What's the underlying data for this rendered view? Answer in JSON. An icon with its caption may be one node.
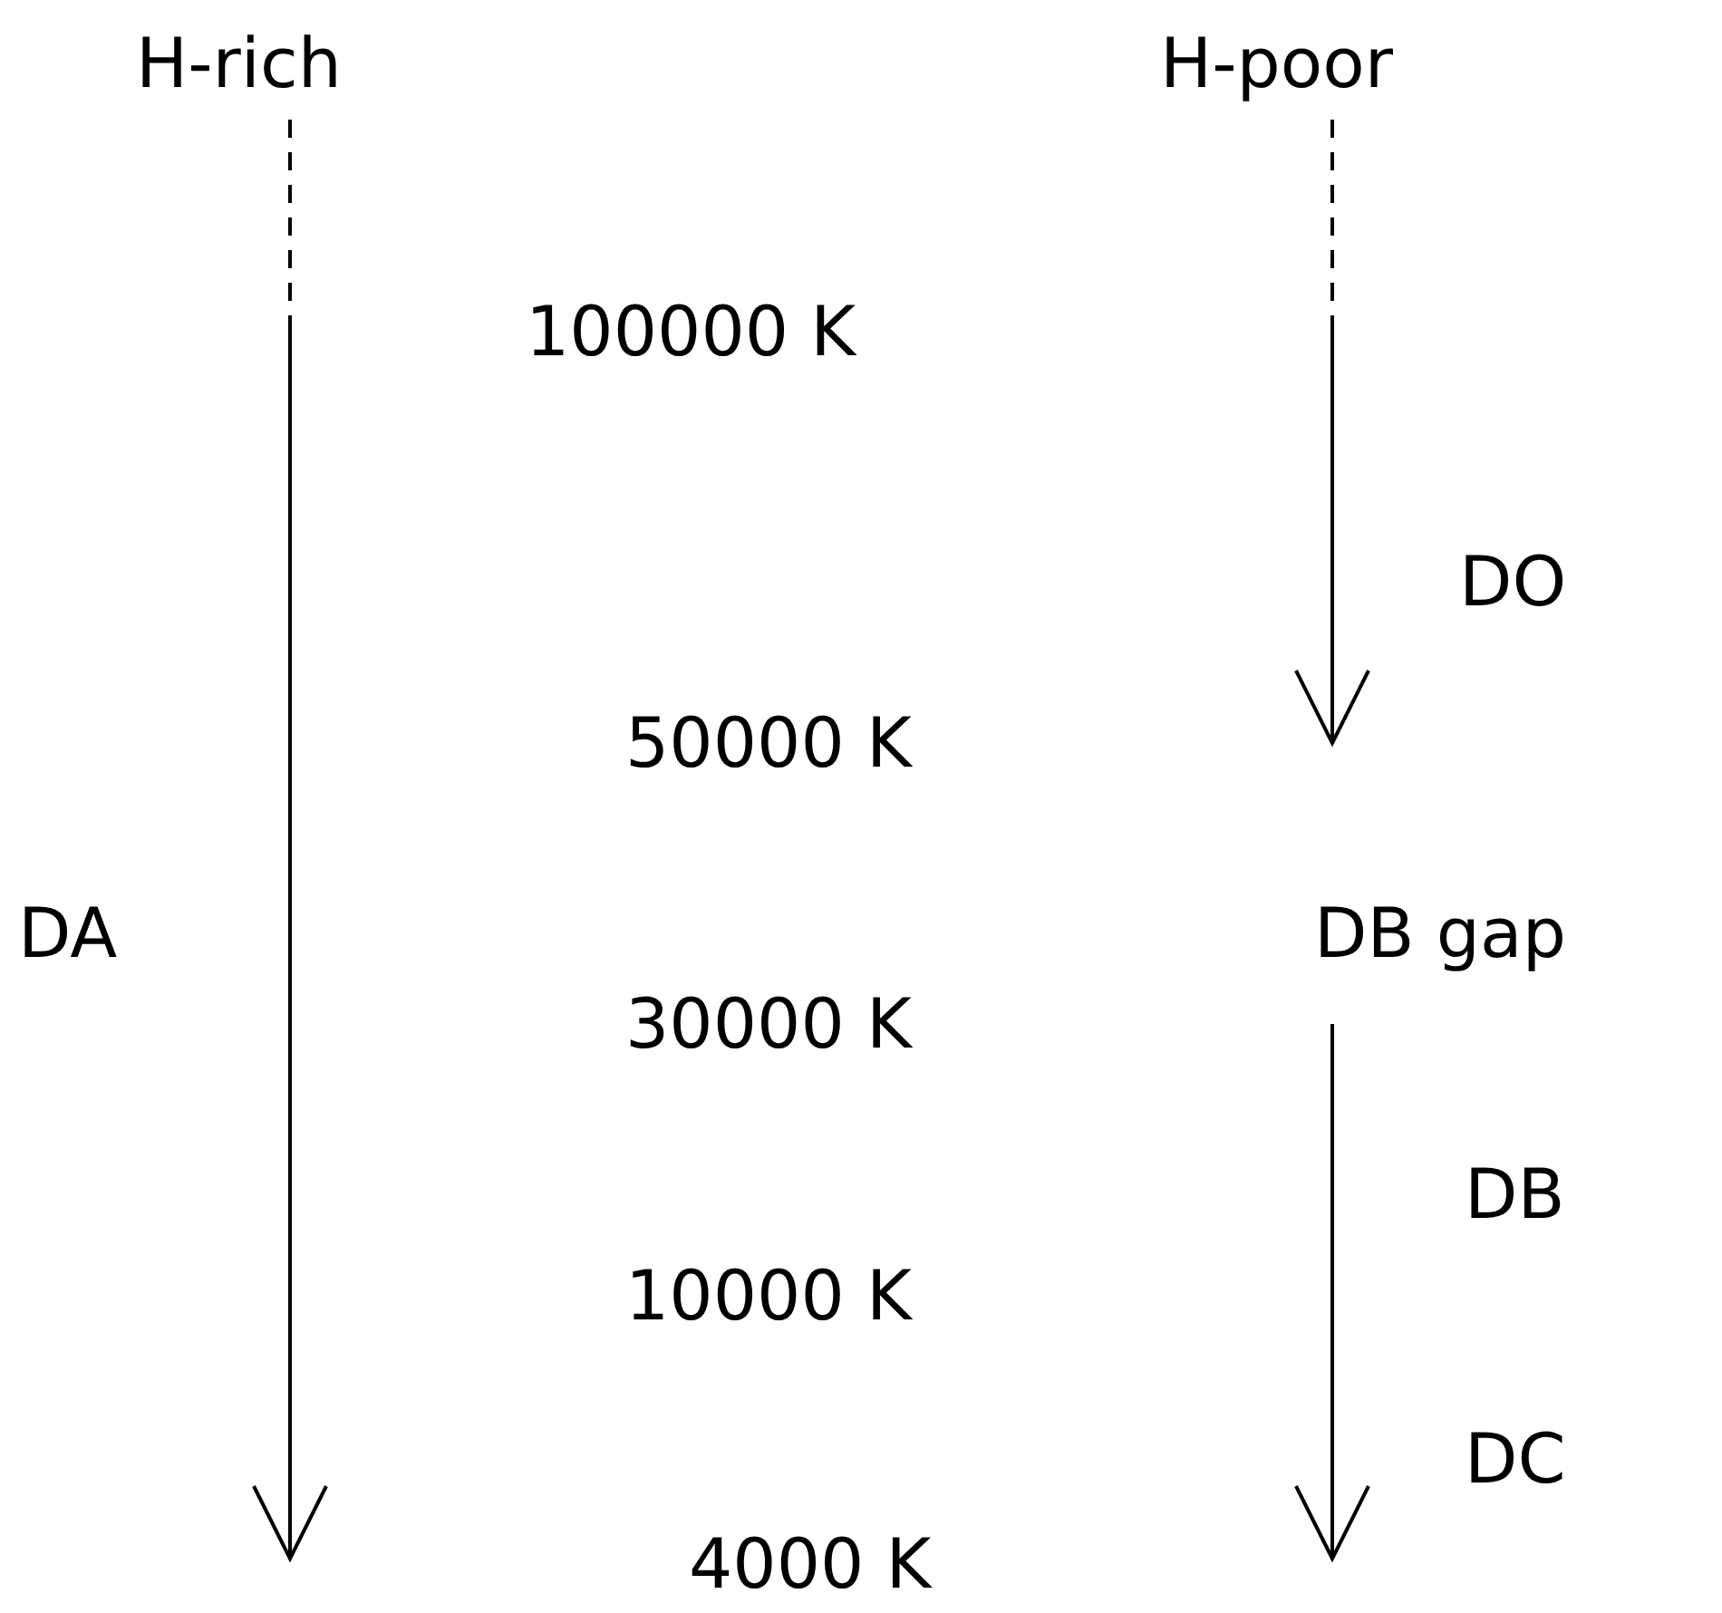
{
  "diagram": {
    "nodes": [
      {
        "text": [
          "H-rich"
        ]
      },
      {
        "text": [
          "H-poor"
        ]
      },
      {
        "text": [
          "DB gap"
        ]
      }
    ],
    "edges": [
      {
        "from": 0,
        "to": null,
        "arrow": "to",
        "style": "dashed"
      },
      {
        "from": 1,
        "to": 2,
        "arrow": "to",
        "style": "dashed"
      },
      {
        "from": 2,
        "to": null,
        "arrow": "to"
      }
    ],
    "labels": [
      "100000 K",
      "DO",
      "50000 K",
      "DA",
      "30000 K",
      "DB",
      "10000 K",
      "DC",
      "4000 K"
    ]
  }
}
